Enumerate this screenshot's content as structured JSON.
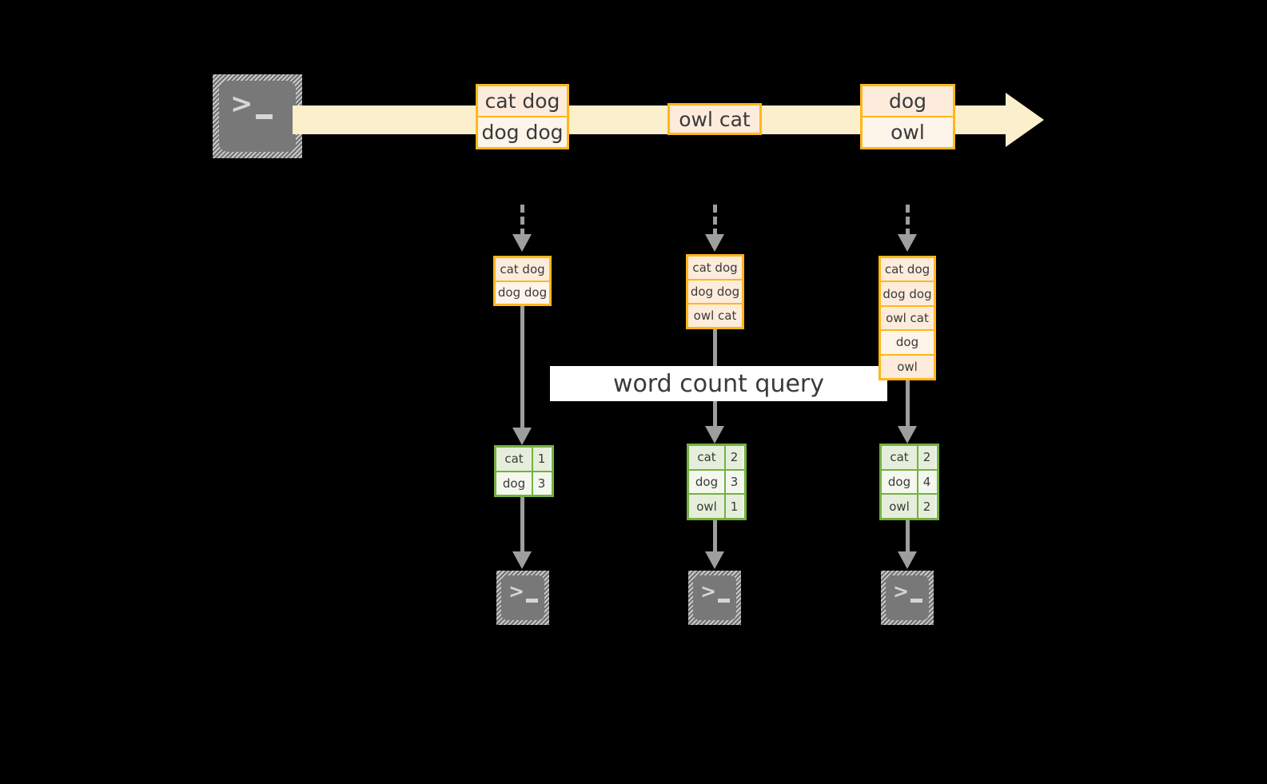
{
  "diagram": {
    "title_label": "word count query",
    "colors": {
      "background": "#000000",
      "stream_fill": "#fcefcb",
      "event_border": "#ffb71a",
      "event_fill_dark": "#fdecdb",
      "event_fill_light": "#fdf4ea",
      "table_border": "#76b043",
      "table_fill": "#f3f7ee",
      "table_fill_tint": "#e5eedb",
      "arrow_gray": "#9e9e9e",
      "terminal_gray": "#787878",
      "label_band": "#ffffff"
    },
    "source": {
      "icon": "terminal-icon",
      "glyph_prompt": ">",
      "glyph_cursor": "_"
    },
    "stream": {
      "name": "event-stream-arrow",
      "events": [
        {
          "name": "event-group-1",
          "rows": [
            "cat dog",
            "dog dog"
          ]
        },
        {
          "name": "event-group-2",
          "rows": [
            "owl cat"
          ]
        },
        {
          "name": "event-group-3",
          "rows": [
            "dog",
            "owl"
          ]
        }
      ]
    },
    "snapshots": [
      {
        "name": "snapshot-1",
        "input_rows": [
          "cat dog",
          "dog dog"
        ],
        "result": {
          "rows": [
            {
              "word": "cat",
              "count": "1"
            },
            {
              "word": "dog",
              "count": "3"
            }
          ]
        },
        "sink": {
          "icon": "terminal-icon",
          "glyph_prompt": ">",
          "glyph_cursor": "_"
        }
      },
      {
        "name": "snapshot-2",
        "input_rows": [
          "cat dog",
          "dog dog",
          "owl cat"
        ],
        "result": {
          "rows": [
            {
              "word": "cat",
              "count": "2"
            },
            {
              "word": "dog",
              "count": "3"
            },
            {
              "word": "owl",
              "count": "1"
            }
          ]
        },
        "sink": {
          "icon": "terminal-icon",
          "glyph_prompt": ">",
          "glyph_cursor": "_"
        }
      },
      {
        "name": "snapshot-3",
        "input_rows": [
          "cat dog",
          "dog dog",
          "owl cat",
          "dog",
          "owl"
        ],
        "result": {
          "rows": [
            {
              "word": "cat",
              "count": "2"
            },
            {
              "word": "dog",
              "count": "4"
            },
            {
              "word": "owl",
              "count": "2"
            }
          ]
        },
        "sink": {
          "icon": "terminal-icon",
          "glyph_prompt": ">",
          "glyph_cursor": "_"
        }
      }
    ]
  }
}
